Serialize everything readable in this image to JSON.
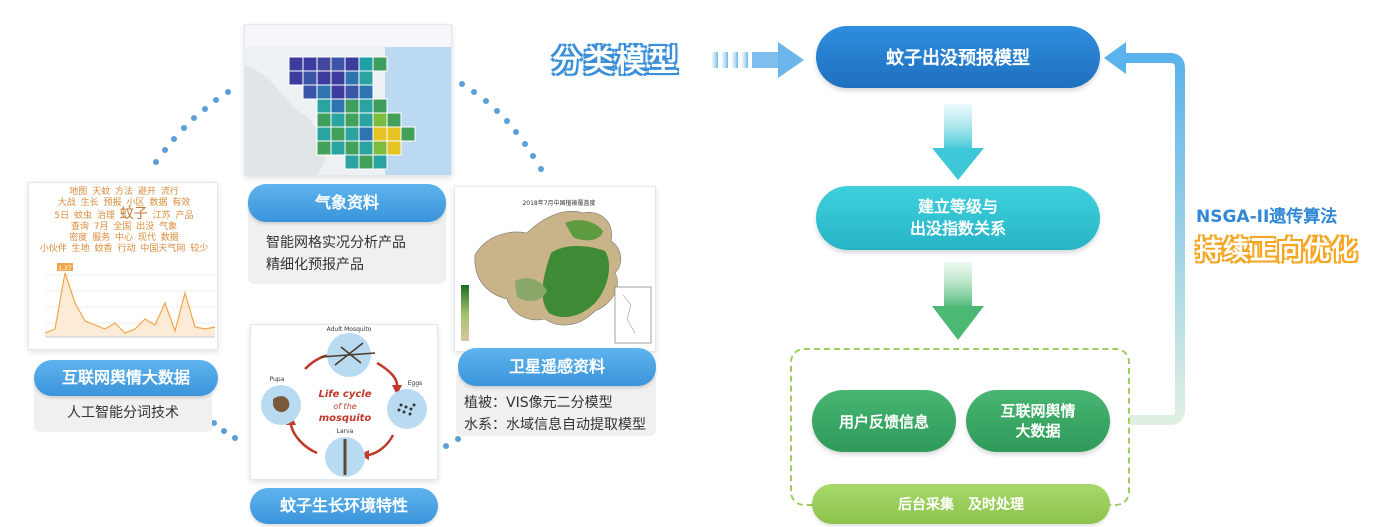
{
  "left": {
    "category_label": "分类模型",
    "cards": {
      "weather": {
        "title": "气象资料",
        "lines": [
          "智能网格实况分析产品",
          "精细化预报产品"
        ]
      },
      "satellite": {
        "title": "卫星遥感资料",
        "lines": [
          "植被：VIS像元二分模型",
          "水系：水域信息自动提取模型"
        ],
        "map_title": "2018年7月中国植被覆盖度"
      },
      "internet": {
        "title": "互联网舆情大数据",
        "lines": [
          "人工智能分词技术"
        ],
        "words": [
          "地图",
          "天蚊",
          "方法",
          "避开",
          "流行",
          "大战",
          "生长",
          "预报",
          "小区",
          "数据",
          "有效",
          "5日",
          "蚊虫",
          "治理",
          "江苏",
          "蚊子",
          "气象",
          "产品",
          "查询",
          "7月",
          "全国",
          "出没",
          "现代",
          "密度",
          "服务",
          "中心",
          "数据",
          "小伙伴",
          "生地",
          "蚊香",
          "行动",
          "中国天气网",
          "较少"
        ],
        "peak_label": "1.37"
      },
      "mosquito": {
        "title": "蚊子生长环境特性",
        "diagram_title_1": "Life cycle",
        "diagram_title_2": "of the",
        "diagram_title_3": "mosquito",
        "stage_adult": "Adult Mosquito",
        "stage_eggs": "Eggs",
        "stage_larva": "Larva",
        "stage_pupa": "Pupa"
      }
    }
  },
  "right": {
    "model": "蚊子出没预报模型",
    "relation_line1": "建立等级与",
    "relation_line2": "出没指数关系",
    "feedback": "用户反馈信息",
    "internet_line1": "互联网舆情",
    "internet_line2": "大数据",
    "backend": "后台采集　及时处理",
    "algo": "NSGA-II遗传算法",
    "optimize": "持续正向优化"
  },
  "colors": {
    "blue": "#2f87d6",
    "teal": "#35c4d3",
    "green": "#3aa96a",
    "light_green": "#9ccf5c",
    "orange": "#f5a623"
  }
}
